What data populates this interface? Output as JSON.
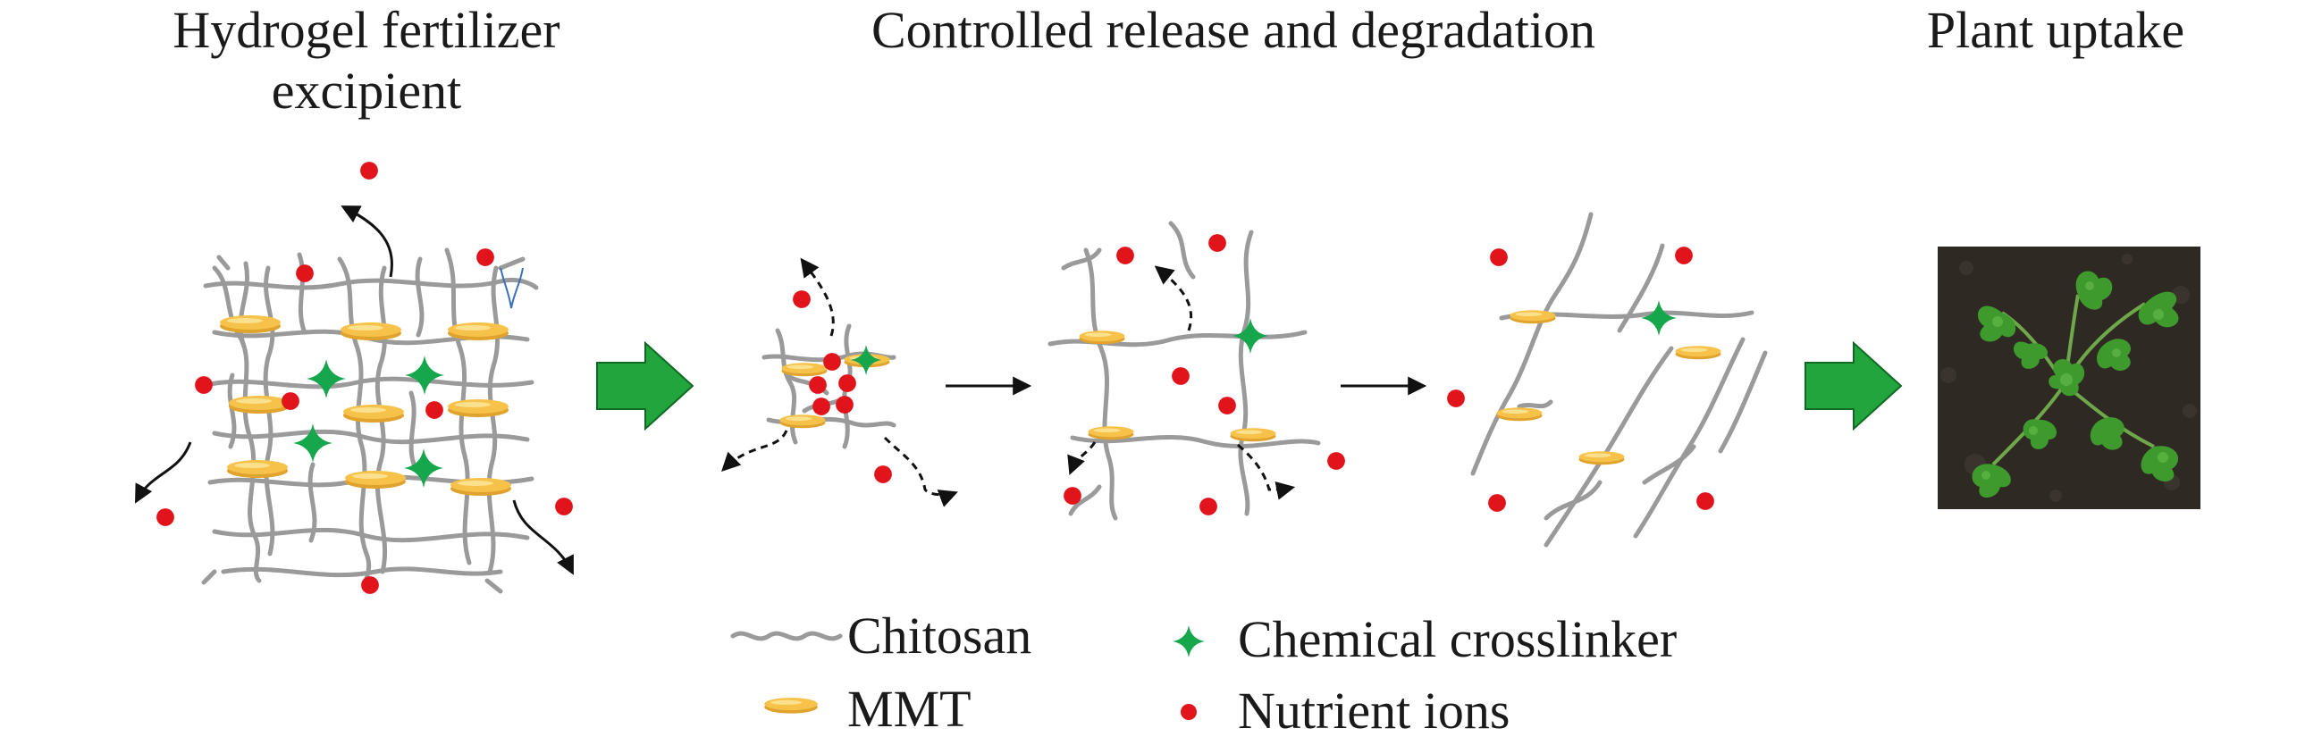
{
  "titles": {
    "stage1_line1": "Hydrogel fertilizer",
    "stage1_line2": "excipient",
    "stage2": "Controlled release and degradation",
    "stage3": "Plant uptake"
  },
  "legend": {
    "chitosan": "Chitosan",
    "mmt": "MMT",
    "crosslinker": "Chemical crosslinker",
    "ions": "Nutrient ions"
  },
  "colors": {
    "chitosan": "#9a9a9a",
    "mmt": "#f7c24a",
    "crosslinker": "#16a64b",
    "ions": "#e2141b",
    "big_arrow": "#22a53c",
    "soil": "#3a332c",
    "leaf": "#3f9a2e"
  },
  "icons": [
    "big-green-arrow-icon",
    "thin-black-arrow-icon",
    "plant-photo"
  ]
}
